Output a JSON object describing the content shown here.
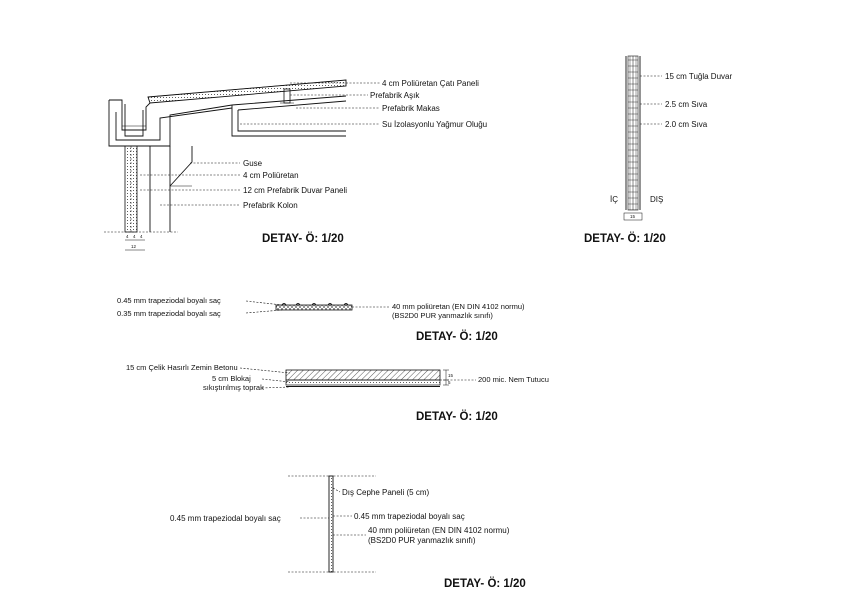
{
  "details": {
    "roof": {
      "title": "DETAY- Ö: 1/20",
      "labels": [
        "4 cm Poliüretan Çatı Paneli",
        "Prefabrik Aşık",
        "Prefabrik Makas",
        "Su İzolasyonlu Yağmur Oluğu",
        "Guse",
        "4 cm Poliüretan",
        "12 cm Prefabrik Duvar Paneli",
        "Prefabrik Kolon"
      ],
      "dims": [
        "4",
        "4",
        "4"
      ],
      "dim_total": "12"
    },
    "brick_wall": {
      "title": "DETAY- Ö: 1/20",
      "labels": [
        "15 cm Tuğla Duvar",
        "2.5 cm Sıva",
        "2.0 cm Sıva"
      ],
      "inside": "İÇ",
      "outside": "DIŞ",
      "dim": "15"
    },
    "roof_panel": {
      "title": "DETAY- Ö: 1/20",
      "labels_left": [
        "0.45 mm trapeziodal boyalı saç",
        "0.35 mm trapeziodal boyalı saç"
      ],
      "labels_right": [
        "40 mm poliüretan (EN DIN 4102 normu)",
        "(BS2D0 PUR yanmazlık sınıfı)"
      ]
    },
    "floor": {
      "title": "DETAY- Ö: 1/20",
      "labels_left": [
        "15 cm Çelik Hasırlı Zemin Betonu",
        "5 cm Blokaj",
        "sıkıştırılmış toprak"
      ],
      "label_right": "200 mic. Nem Tutucu",
      "dims": [
        "15",
        "5"
      ]
    },
    "facade_panel": {
      "title": "DETAY- Ö: 1/20",
      "label_left": "0.45 mm trapeziodal boyalı saç",
      "labels_right": [
        "Dış Cephe Paneli (5 cm)",
        "0.45 mm trapeziodal boyalı saç",
        "40 mm poliüretan (EN DIN 4102 normu)",
        "(BS2D0 PUR yanmazlık sınıfı)"
      ]
    }
  }
}
